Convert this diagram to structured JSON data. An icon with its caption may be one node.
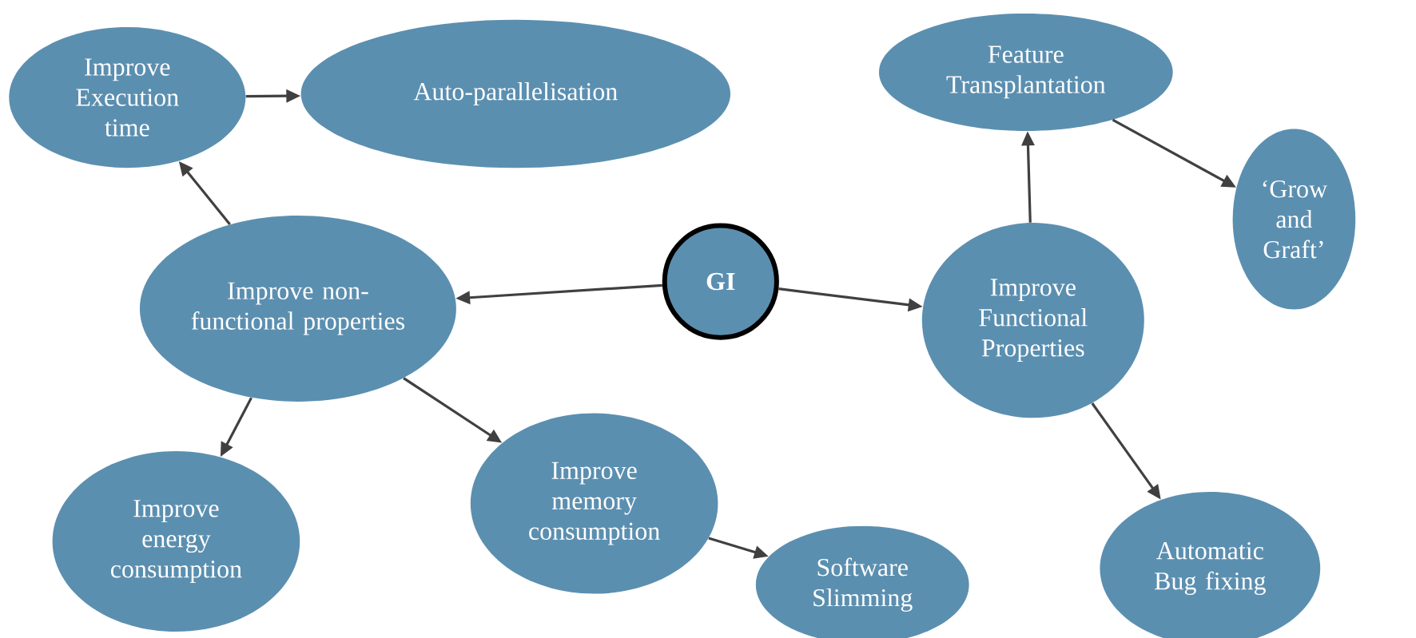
{
  "diagram": {
    "nodes": [
      {
        "text": [
          "Improve Execution time"
        ]
      },
      {
        "text": [
          "Auto-parallelisation"
        ]
      },
      {
        "text": [
          "Feature Transplantation"
        ]
      },
      {
        "text": [
          "‘Grow and Graft’"
        ]
      },
      {
        "text": [
          "Improve non-functional properties"
        ]
      },
      {
        "text": [
          "GI"
        ]
      },
      {
        "text": [
          "Improve Functional Properties"
        ]
      },
      {
        "text": [
          "Improve memory consumption"
        ]
      },
      {
        "text": [
          "Improve energy consumption"
        ]
      },
      {
        "text": [
          "Software Slimming"
        ]
      },
      {
        "text": [
          "Automatic Bug fixing"
        ]
      }
    ],
    "edges": [
      {
        "from": 5,
        "to": 4,
        "arrow": "to"
      },
      {
        "from": 5,
        "to": 6,
        "arrow": "to"
      },
      {
        "from": 4,
        "to": 0,
        "arrow": "to"
      },
      {
        "from": 0,
        "to": 1,
        "arrow": "to"
      },
      {
        "from": 4,
        "to": 8,
        "arrow": "to"
      },
      {
        "from": 4,
        "to": 7,
        "arrow": "to"
      },
      {
        "from": 7,
        "to": 9,
        "arrow": "to"
      },
      {
        "from": 6,
        "to": 2,
        "arrow": "to"
      },
      {
        "from": 2,
        "to": 3,
        "arrow": "to"
      },
      {
        "from": 6,
        "to": 10,
        "arrow": "to"
      }
    ]
  }
}
